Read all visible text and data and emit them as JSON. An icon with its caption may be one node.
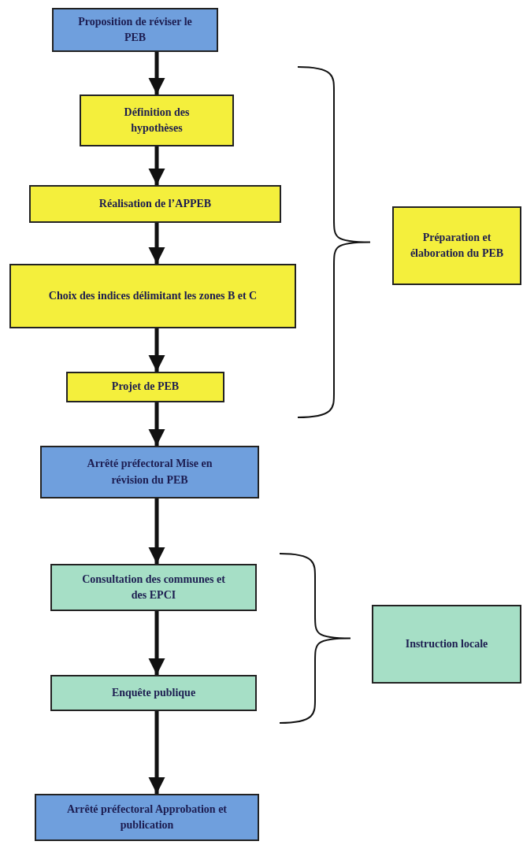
{
  "diagram": {
    "nodes": [
      {
        "text": [
          "Proposition de réviser le PEB"
        ]
      },
      {
        "text": [
          "Définition des hypothèses"
        ]
      },
      {
        "text": [
          "Réalisation de l’APPEB"
        ]
      },
      {
        "text": [
          "Choix des indices délimitant les zones B et C"
        ]
      },
      {
        "text": [
          "Projet de PEB"
        ]
      },
      {
        "text": [
          "Arrêté préfectoral Mise en révision du PEB"
        ]
      },
      {
        "text": [
          "Consultation des communes et des EPCI"
        ]
      },
      {
        "text": [
          "Enquête publique"
        ]
      },
      {
        "text": [
          "Arrêté préfectoral Approbation et publication"
        ]
      },
      {
        "text": [
          "Préparation et élaboration du PEB"
        ]
      },
      {
        "text": [
          "Instruction locale"
        ]
      }
    ],
    "edges": [
      {
        "from": 0,
        "to": 1,
        "arrow": "to"
      },
      {
        "from": 1,
        "to": 2,
        "arrow": "to"
      },
      {
        "from": 2,
        "to": 3,
        "arrow": "to"
      },
      {
        "from": 3,
        "to": 4,
        "arrow": "to"
      },
      {
        "from": 4,
        "to": 5,
        "arrow": "to"
      },
      {
        "from": 5,
        "to": 6,
        "arrow": "to"
      },
      {
        "from": 6,
        "to": 7,
        "arrow": "to"
      },
      {
        "from": 7,
        "to": 8,
        "arrow": "to"
      }
    ]
  }
}
